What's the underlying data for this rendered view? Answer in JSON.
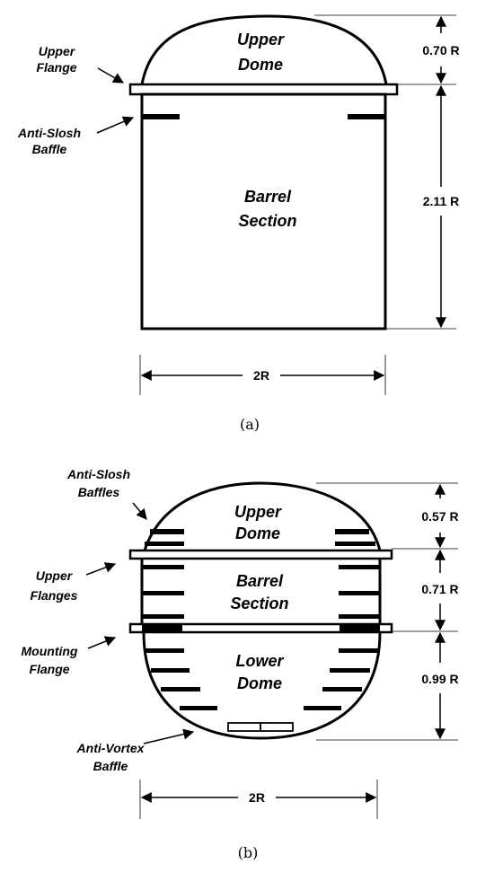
{
  "diagram_a": {
    "labels": {
      "upper_flange": [
        "Upper",
        "Flange"
      ],
      "anti_slosh_baffle": [
        "Anti-Slosh",
        "Baffle"
      ],
      "upper_dome": [
        "Upper",
        "Dome"
      ],
      "barrel_section": [
        "Barrel",
        "Section"
      ]
    },
    "dimensions": {
      "dome_height": "0.70 R",
      "barrel_height": "2.11 R",
      "width": "2R"
    },
    "caption": "(a)"
  },
  "diagram_b": {
    "labels": {
      "anti_slosh_baffles": [
        "Anti-Slosh",
        "Baffles"
      ],
      "upper_flanges": [
        "Upper",
        "Flanges"
      ],
      "mounting_flange": [
        "Mounting",
        "Flange"
      ],
      "anti_vortex_baffle": [
        "Anti-Vortex",
        "Baffle"
      ],
      "upper_dome": [
        "Upper",
        "Dome"
      ],
      "barrel_section": [
        "Barrel",
        "Section"
      ],
      "lower_dome": [
        "Lower",
        "Dome"
      ]
    },
    "dimensions": {
      "upper_dome_height": "0.57 R",
      "barrel_height": "0.71 R",
      "lower_dome_height": "0.99 R",
      "width": "2R"
    },
    "caption": "(b)"
  }
}
